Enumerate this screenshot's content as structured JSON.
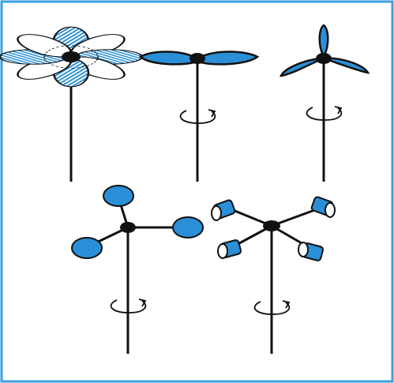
{
  "figure": {
    "accent_color": "#2a8fd6",
    "line_color": "#111111",
    "border_color": "#3b9fe0",
    "background": "#ffffff",
    "rotors": [
      {
        "name": "eight-petal-disc-rotor",
        "blades": 8,
        "shows_rotation_arrow": false
      },
      {
        "name": "two-blade-propeller-rotor",
        "blades": 2,
        "shows_rotation_arrow": true
      },
      {
        "name": "three-blade-propeller-rotor",
        "blades": 3,
        "shows_rotation_arrow": true
      },
      {
        "name": "three-cup-anemometer-rotor",
        "blades": 3,
        "shows_rotation_arrow": true
      },
      {
        "name": "four-cylinder-rotor",
        "blades": 4,
        "shows_rotation_arrow": true
      }
    ]
  }
}
